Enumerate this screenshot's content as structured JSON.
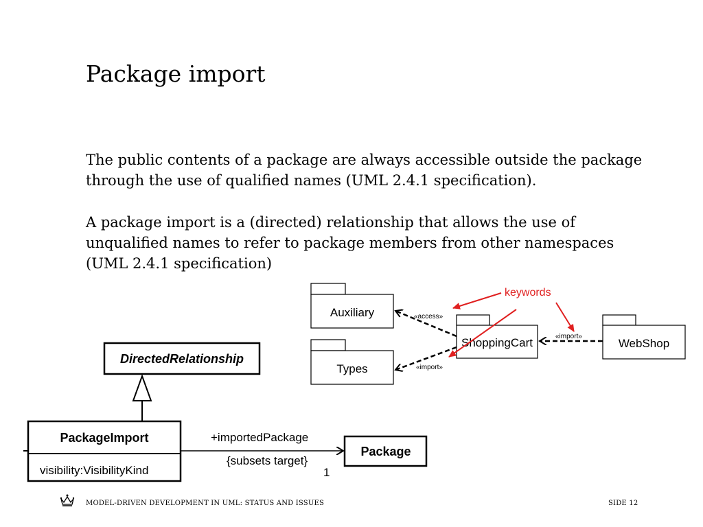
{
  "slide": {
    "title": "Package import",
    "paragraph1": "The public contents of a package are always accessible outside the package through the use of qualified names (UML 2.4.1 specification).",
    "paragraph2": "A package import is a (directed) relationship that allows the use of unqualified names to refer to package members from other namespaces (UML 2.4.1 specification)"
  },
  "package_diagram": {
    "packages": [
      "Auxiliary",
      "Types",
      "ShoppingCart",
      "WebShop"
    ],
    "stereotypes": {
      "access": "«access»",
      "import_types": "«import»",
      "import_webshop": "«import»"
    },
    "annotation": "keywords",
    "annotation_color": "#e02020"
  },
  "metamodel_diagram": {
    "abstract_class": "DirectedRelationship",
    "class_name": "PackageImport",
    "class_attribute": "visibility:VisibilityKind",
    "target_class": "Package",
    "role_name": "+importedPackage",
    "constraint": "{subsets target}",
    "multiplicity": "1"
  },
  "footer": {
    "left": "MODEL-DRIVEN DEVELOPMENT IN UML: STATUS AND ISSUES",
    "right": "SIDE 12",
    "logo_icon": "crown-icon"
  }
}
